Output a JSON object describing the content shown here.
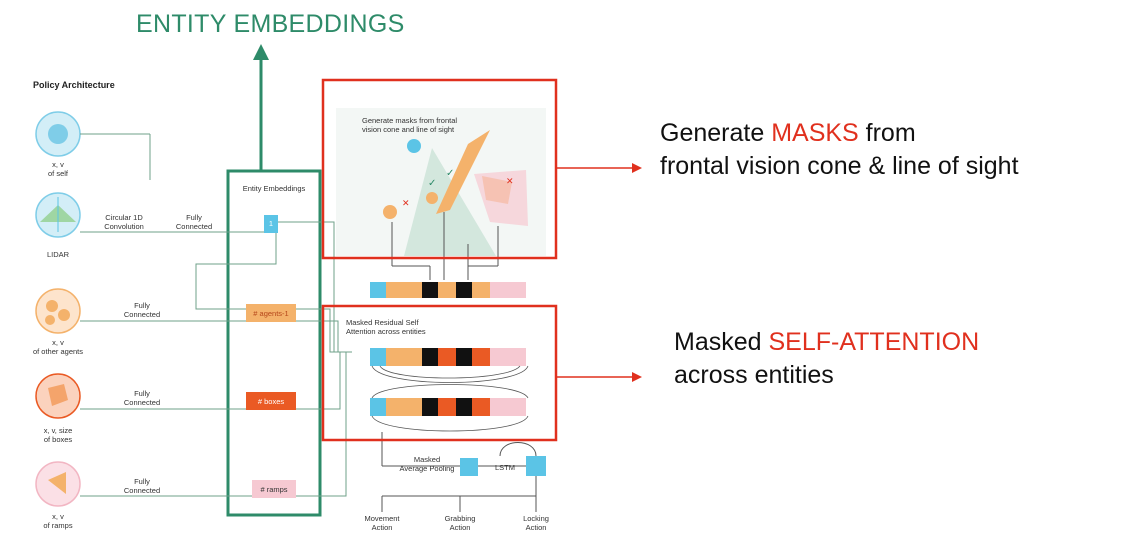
{
  "header": {
    "title": "ENTITY EMBEDDINGS"
  },
  "policy": {
    "title": "Policy Architecture",
    "inputs": [
      {
        "label_line1": "x, v",
        "label_line2": "of self"
      },
      {
        "label_line1": "LIDAR",
        "label_line2": ""
      },
      {
        "label_line1": "x, v",
        "label_line2": "of other agents"
      },
      {
        "label_line1": "x, v, size",
        "label_line2": "of boxes"
      },
      {
        "label_line1": "x, v",
        "label_line2": "of ramps"
      }
    ],
    "edges": {
      "circular_line1": "Circular 1D",
      "circular_line2": "Convolution",
      "fully_line1": "Fully",
      "fully_line2": "Connected"
    },
    "entity_box": {
      "title": "Entity Embeddings",
      "self_tag": "1",
      "agents_tag": "# agents-1",
      "boxes_tag": "# boxes",
      "ramps_tag": "# ramps"
    },
    "mask_panel": {
      "line1": "Generate masks from frontal",
      "line2": "vision cone and line of sight"
    },
    "attention_panel": {
      "line1": "Masked Residual Self",
      "line2": "Attention across entities"
    },
    "pooling_line1": "Masked",
    "pooling_line2": "Average Pooling",
    "lstm": "LSTM",
    "actions": [
      {
        "line1": "Movement",
        "line2": "Action"
      },
      {
        "line1": "Grabbing",
        "line2": "Action"
      },
      {
        "line1": "Locking",
        "line2": "Action"
      }
    ]
  },
  "callouts": {
    "masks": {
      "pre": "Generate ",
      "accent": "MASKS",
      "post": " from",
      "line2": "frontal vision cone & line of sight"
    },
    "attention": {
      "pre": "Masked ",
      "accent": "SELF-ATTENTION",
      "line2": "across entities"
    }
  },
  "colors": {
    "green": "#2e8b69",
    "red": "#e0301e",
    "blue": "#5bc4e6",
    "orange": "#f4b26b",
    "dark_orange": "#ea5a24",
    "pink": "#f6c9d2",
    "black": "#111111"
  }
}
